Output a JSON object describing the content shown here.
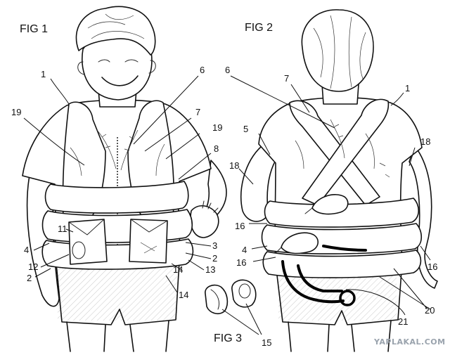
{
  "figures": {
    "fig1": "FIG 1",
    "fig2": "FIG 2",
    "fig3": "FIG 3"
  },
  "reference_numerals": {
    "fig1": [
      "1",
      "6",
      "19",
      "7",
      "19",
      "8",
      "11",
      "4",
      "12",
      "2",
      "3",
      "2",
      "14",
      "13",
      "14"
    ],
    "fig2": [
      "6",
      "7",
      "1",
      "5",
      "18",
      "18",
      "16",
      "4",
      "16",
      "16",
      "21",
      "20"
    ],
    "fig3": [
      "15"
    ]
  },
  "watermark": "YAPLAKAL.COM"
}
